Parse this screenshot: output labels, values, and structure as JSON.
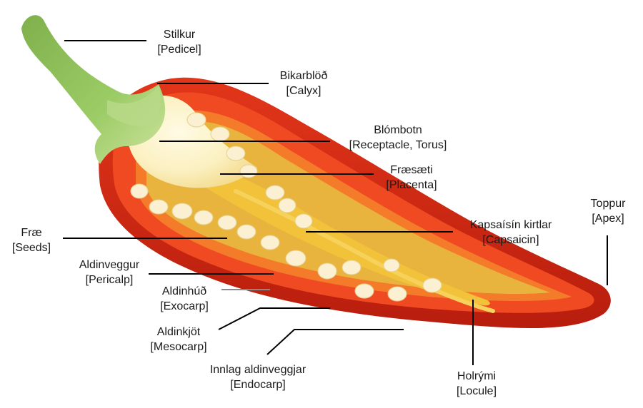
{
  "labels": {
    "pedicel": {
      "name": "Stilkur",
      "term": "[Pedicel]"
    },
    "calyx": {
      "name": "Bikarblöð",
      "term": "[Calyx]"
    },
    "receptacle": {
      "name": "Blómbotn",
      "term": "[Receptacle, Torus]"
    },
    "placenta": {
      "name": "Fræsæti",
      "term": "[Placenta]"
    },
    "seeds": {
      "name": "Fræ",
      "term": "[Seeds]"
    },
    "capsaicin": {
      "name": "Kapsaísín kirtlar",
      "term": "[Capsaicin]"
    },
    "apex": {
      "name": "Toppur",
      "term": "[Apex]"
    },
    "pericarp": {
      "name": "Aldinveggur",
      "term": "[Pericalp]"
    },
    "exocarp": {
      "name": "Aldinhúð",
      "term": "[Exocarp]"
    },
    "mesocarp": {
      "name": "Aldinkjöt",
      "term": "[Mesocarp]"
    },
    "endocarp": {
      "name": "Innlag aldinveggjar",
      "term": "[Endocarp]"
    },
    "locule": {
      "name": "Holrými",
      "term": "[Locule]"
    }
  },
  "colors": {
    "skin": "#d42a14",
    "skin_dark": "#a8180b",
    "flesh": "#ee4a22",
    "endocarp": "#f7a53a",
    "cavity": "#e8c74a",
    "receptacle": "#fbf3c8",
    "stem": "#8cbf5a",
    "seed": "#fbf1d2",
    "leader": "#000000"
  }
}
